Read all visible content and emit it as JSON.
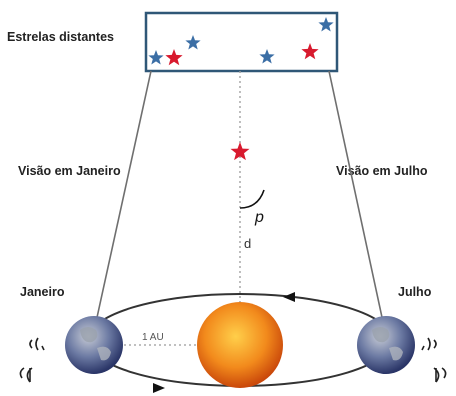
{
  "labels": {
    "distant_stars": "Estrelas distantes",
    "view_january": "Visão em Janeiro",
    "view_july": "Visão em Julho",
    "january": "Janeiro",
    "july": "Julho",
    "parallax_angle": "p",
    "distance": "d",
    "one_au": "1 AU"
  },
  "colors": {
    "frame": "#2f5777",
    "blue_star": "#3b6ea5",
    "red_star": "#d81a2e",
    "sight_line": "#6f6f6f",
    "orbit": "#333333",
    "sun_core": "#ffb02a",
    "sun_edge": "#d24e0c",
    "earth_land": "#8a8f98",
    "earth_sea": "#2f4a8f"
  }
}
